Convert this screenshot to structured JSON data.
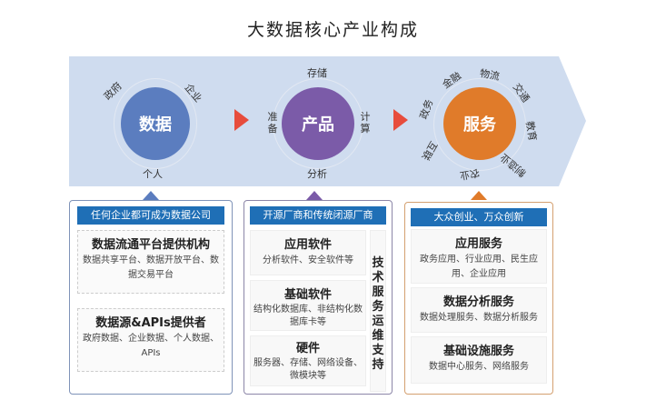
{
  "title": "大数据核心产业构成",
  "flow": {
    "data": {
      "label": "数据",
      "sources": [
        "政府",
        "企业",
        "个人"
      ]
    },
    "product": {
      "label": "产品",
      "stages": [
        "存储",
        "准备",
        "计算",
        "分析"
      ]
    },
    "service": {
      "label": "服务",
      "sectors": [
        "政务",
        "金融",
        "物流",
        "交通",
        "教育",
        "制造业",
        "农业",
        "互联"
      ]
    }
  },
  "colors": {
    "data": "#5b7dbf",
    "product": "#7b5ba8",
    "service": "#e07b2a",
    "header": "#1f6fb6",
    "arrow": "#cfdcef",
    "triangle": "#e74c3c"
  },
  "panels": {
    "data": {
      "header": "任何企业都可成为数据公司",
      "cards": [
        {
          "title": "数据流通平台提供机构",
          "desc": "数据共享平台、数据开放平台、数据交易平台"
        },
        {
          "title": "数据源&APIs提供者",
          "desc": "政府数据、企业数据、个人数据、APIs"
        }
      ]
    },
    "product": {
      "header": "开源厂商和传统闭源厂商",
      "side": "技术服务运维支持",
      "cards": [
        {
          "title": "应用软件",
          "desc": "分析软件、安全软件等"
        },
        {
          "title": "基础软件",
          "desc": "结构化数据库、非结构化数据库卡等"
        },
        {
          "title": "硬件",
          "desc": "服务器、存储、网络设备、微模块等"
        }
      ]
    },
    "service": {
      "header": "大众创业、万众创新",
      "cards": [
        {
          "title": "应用服务",
          "desc": "政务应用、行业应用、民生应用、企业应用"
        },
        {
          "title": "数据分析服务",
          "desc": "数据处理服务、数据分析服务"
        },
        {
          "title": "基础设施服务",
          "desc": "数据中心服务、网络服务"
        }
      ]
    }
  }
}
